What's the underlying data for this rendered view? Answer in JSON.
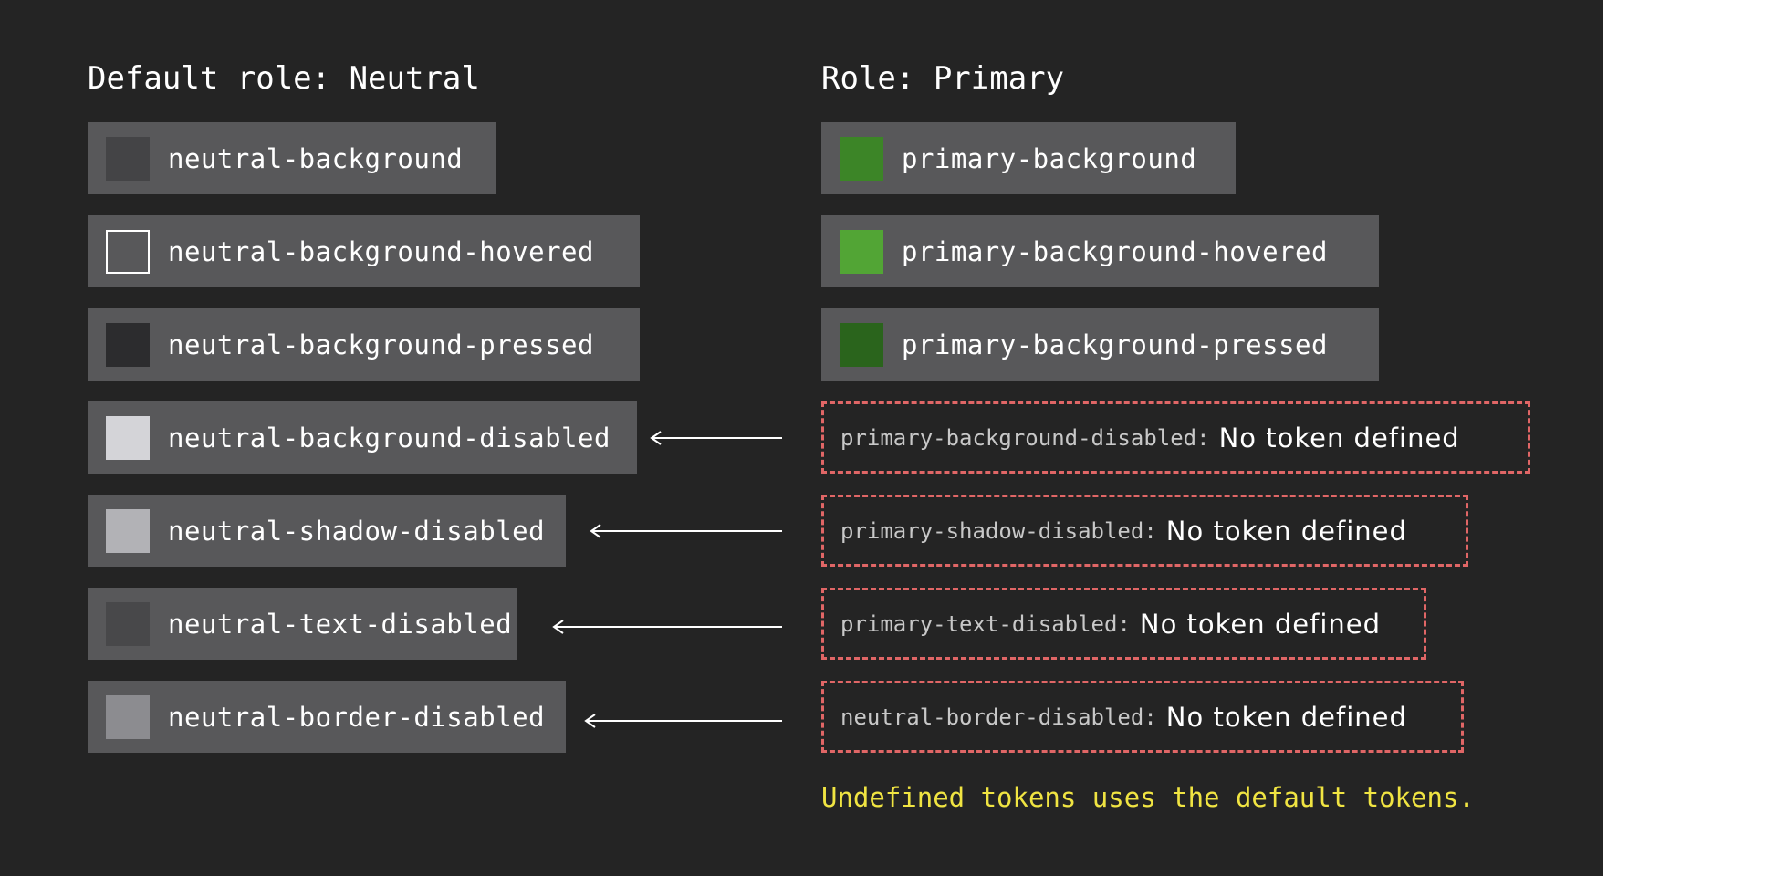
{
  "left": {
    "heading": "Default role: Neutral",
    "tokens": [
      {
        "label": "neutral-background",
        "swatch_color": "#444446",
        "swatch_border": "none"
      },
      {
        "label": "neutral-background-hovered",
        "swatch_color": "#58585a",
        "swatch_border": "#ffffff"
      },
      {
        "label": "neutral-background-pressed",
        "swatch_color": "#2c2c2e",
        "swatch_border": "none"
      },
      {
        "label": "neutral-background-disabled",
        "swatch_color": "#d4d4d8",
        "swatch_border": "none"
      },
      {
        "label": "neutral-shadow-disabled",
        "swatch_color": "#b2b2b6",
        "swatch_border": "none"
      },
      {
        "label": "neutral-text-disabled",
        "swatch_color": "#48484a",
        "swatch_border": "none"
      },
      {
        "label": "neutral-border-disabled",
        "swatch_color": "#8c8c90",
        "swatch_border": "none"
      }
    ]
  },
  "right": {
    "heading": "Role: Primary",
    "tokens": [
      {
        "label": "primary-background",
        "swatch_color": "#3c8527"
      },
      {
        "label": "primary-background-hovered",
        "swatch_color": "#52a535"
      },
      {
        "label": "primary-background-pressed",
        "swatch_color": "#2a641c"
      }
    ],
    "undefined": [
      {
        "name": "primary-background-disabled",
        "separator": ":",
        "message": "No token defined"
      },
      {
        "name": "primary-shadow-disabled",
        "separator": ":",
        "message": "No token defined"
      },
      {
        "name": "primary-text-disabled",
        "separator": ":",
        "message": "No token defined"
      },
      {
        "name": "neutral-border-disabled",
        "separator": ":",
        "message": "No token defined"
      }
    ]
  },
  "note": "Undefined tokens uses the default tokens.",
  "colors": {
    "background": "#242424",
    "token_box": "#58585a",
    "dashed_border": "#e06666",
    "note_text": "#f0e442"
  }
}
